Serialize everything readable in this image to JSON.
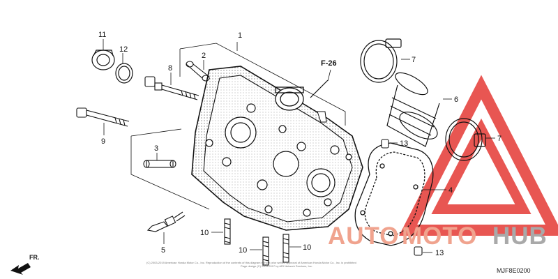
{
  "reference": "F-26",
  "callouts": {
    "c1": "1",
    "c2": "2",
    "c3": "3",
    "c4": "4",
    "c5": "5",
    "c6": "6",
    "c7a": "7",
    "c7b": "7",
    "c8": "8",
    "c9": "9",
    "c10a": "10",
    "c10b": "10",
    "c10c": "10",
    "c11": "11",
    "c12": "12",
    "c13a": "13",
    "c13b": "13"
  },
  "front_marker": "FR.",
  "diagram_code": "MJF8E0200",
  "copyright_line1": "(C) 2003-2019 American Honda Motor Co., Inc. Reproduction of the contents of this diagram without prior written approval of American Honda Motor Co., Inc. is prohibited",
  "copyright_line2": "Page design (C) 2004-2017 by ARI Network Services, Inc.",
  "watermark": {
    "part1": "AUTO",
    "part2": "MOTO",
    "part3": "HUB",
    "color_accent": "#f0a38e",
    "color_dark": "#a9a9a9",
    "color_triangle": "#e53935"
  }
}
